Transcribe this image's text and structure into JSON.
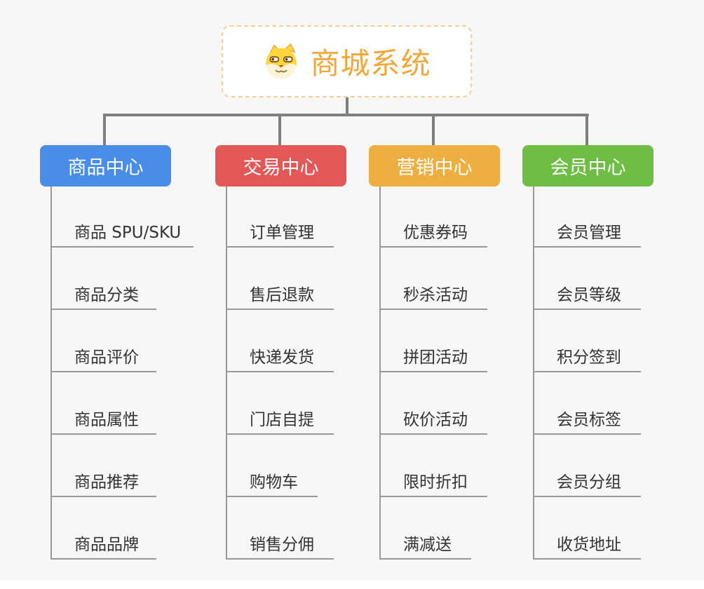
{
  "root": {
    "title": "商城系统",
    "icon": "doge-icon",
    "text_color": "#f2a73b",
    "border_color": "#f3cf96",
    "background": "#ffffff"
  },
  "connectors": {
    "color": "#7f7f7f"
  },
  "leaf": {
    "line_color": "#999999",
    "text_color": "#333333"
  },
  "page_background": "#f7f7f7",
  "branches": [
    {
      "label": "商品中心",
      "color": "#4a8de8",
      "items": [
        "商品 SPU/SKU",
        "商品分类",
        "商品评价",
        "商品属性",
        "商品推荐",
        "商品品牌"
      ]
    },
    {
      "label": "交易中心",
      "color": "#e45757",
      "items": [
        "订单管理",
        "售后退款",
        "快递发货",
        "门店自提",
        "购物车",
        "销售分佣"
      ]
    },
    {
      "label": "营销中心",
      "color": "#edaf41",
      "items": [
        "优惠券码",
        "秒杀活动",
        "拼团活动",
        "砍价活动",
        "限时折扣",
        "满减送"
      ]
    },
    {
      "label": "会员中心",
      "color": "#6ebe45",
      "items": [
        "会员管理",
        "会员等级",
        "积分签到",
        "会员标签",
        "会员分组",
        "收货地址"
      ]
    }
  ]
}
